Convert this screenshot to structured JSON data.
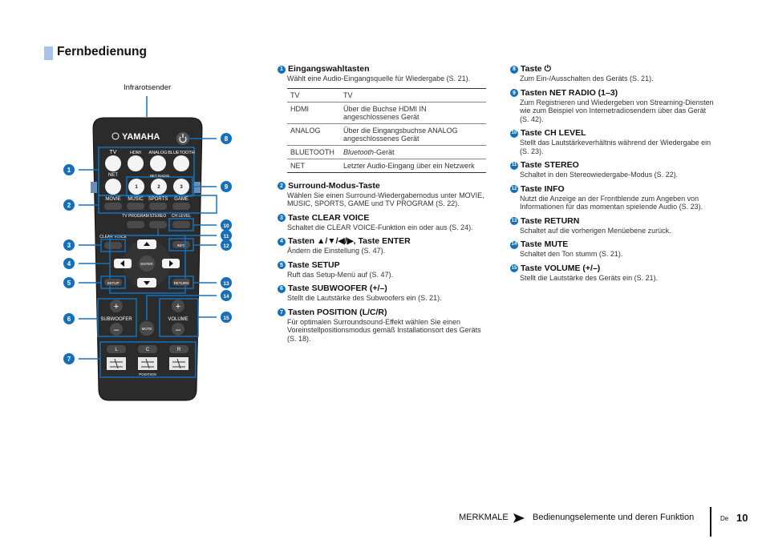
{
  "page": {
    "title": "Fernbedienung",
    "ir_label": "Infrarotsender",
    "footer_section": "MERKMALE",
    "footer_title": "Bedienungselemente und deren Funktion",
    "footer_lang": "De",
    "page_number": "10"
  },
  "remote": {
    "brand": "YAMAHA",
    "callouts": [
      "1",
      "2",
      "3",
      "4",
      "5",
      "6",
      "7",
      "8",
      "9",
      "10",
      "11",
      "12",
      "13",
      "14",
      "15"
    ],
    "input_buttons": [
      "TV",
      "HDMI",
      "ANALOG",
      "BLUETOOTH"
    ],
    "net_label": "NET",
    "net_radio_label": "NET RADIO",
    "net_radio_buttons": [
      "1",
      "2",
      "3"
    ],
    "mode_buttons": [
      "MOVIE",
      "MUSIC",
      "SPORTS",
      "GAME"
    ],
    "tv_program": "TV PROGRAM",
    "stereo": "STEREO",
    "ch_level": "CH LEVEL",
    "clear_voice": "CLEAR VOICE",
    "info": "INFO",
    "enter": "ENTER",
    "setup": "SETUP",
    "return": "RETURN",
    "subwoofer": "SUBWOOFER",
    "mute": "MUTE",
    "volume": "VOLUME",
    "position_buttons": [
      "L",
      "C",
      "R"
    ],
    "position_label": "POSITION"
  },
  "items_mid": [
    {
      "num": "1",
      "title": "Eingangswahltasten",
      "desc": "Wählt eine Audio-Eingangsquelle für Wiedergabe (S. 21)."
    },
    {
      "num": "2",
      "title": "Surround-Modus-Taste",
      "desc": "Wählen Sie einen Surround-Wiedergabemodus unter MOVIE, MUSIC, SPORTS, GAME und TV PROGRAM (S. 22)."
    },
    {
      "num": "3",
      "title": "Taste CLEAR VOICE",
      "desc": "Schaltet die CLEAR VOICE-Funktion ein oder aus (S. 24)."
    },
    {
      "num": "4",
      "title": "Tasten ▲/▼/◀/▶, Taste ENTER",
      "desc": "Ändern die Einstellung (S. 47)."
    },
    {
      "num": "5",
      "title": "Taste SETUP",
      "desc": "Ruft das Setup-Menü auf (S. 47)."
    },
    {
      "num": "6",
      "title": "Taste SUBWOOFER (+/–)",
      "desc": "Stellt die Lautstärke des Subwoofers ein (S. 21)."
    },
    {
      "num": "7",
      "title": "Tasten POSITION (L/C/R)",
      "desc": "Für optimalen Surroundsound-Effekt wählen Sie einen Voreinstellpositionsmodus gemäß Installationsort des Geräts (S. 18)."
    }
  ],
  "source_table": [
    {
      "key": "TV",
      "val": "TV"
    },
    {
      "key": "HDMI",
      "val": "Über die Buchse HDMI IN angeschlossenes Gerät"
    },
    {
      "key": "ANALOG",
      "val": "Über die Eingangsbuchse ANALOG angeschlossenes Gerät"
    },
    {
      "key": "BLUETOOTH",
      "val_italic": "Bluetooth",
      "val": "-Gerät"
    },
    {
      "key": "NET",
      "val": "Letzter Audio-Eingang über ein Netzwerk"
    }
  ],
  "items_right": [
    {
      "num": "8",
      "title": "Taste ⏻",
      "desc": "Zum Ein-/Ausschalten des Geräts (S. 21)."
    },
    {
      "num": "9",
      "title": "Tasten NET RADIO (1–3)",
      "desc": "Zum Registrieren und Wiedergeben von Streaming-Diensten wie zum Beispiel von Internetradiosendern über das Gerät (S. 42)."
    },
    {
      "num": "10",
      "title": "Taste CH LEVEL",
      "desc": "Stellt das Lautstärkeverhältnis während der Wiedergabe ein (S. 23)."
    },
    {
      "num": "11",
      "title": "Taste STEREO",
      "desc": "Schaltet in den Stereowiedergabe-Modus (S. 22)."
    },
    {
      "num": "12",
      "title": "Taste INFO",
      "desc": "Nutzt die Anzeige an der Frontblende zum Angeben von Informationen für das momentan spielende Audio (S. 23)."
    },
    {
      "num": "13",
      "title": "Taste RETURN",
      "desc": "Schaltet auf die vorherigen Menüebene zurück."
    },
    {
      "num": "14",
      "title": "Taste MUTE",
      "desc": "Schaltet den Ton stumm (S. 21)."
    },
    {
      "num": "15",
      "title": "Taste VOLUME (+/–)",
      "desc": "Stellt die Lautstärke des Geräts ein (S. 21)."
    }
  ],
  "colors": {
    "callout": "#1570b9",
    "remote_body": "#2b2b2b",
    "button": "#4a4a4a",
    "title_accent": "#a9c4e8"
  }
}
